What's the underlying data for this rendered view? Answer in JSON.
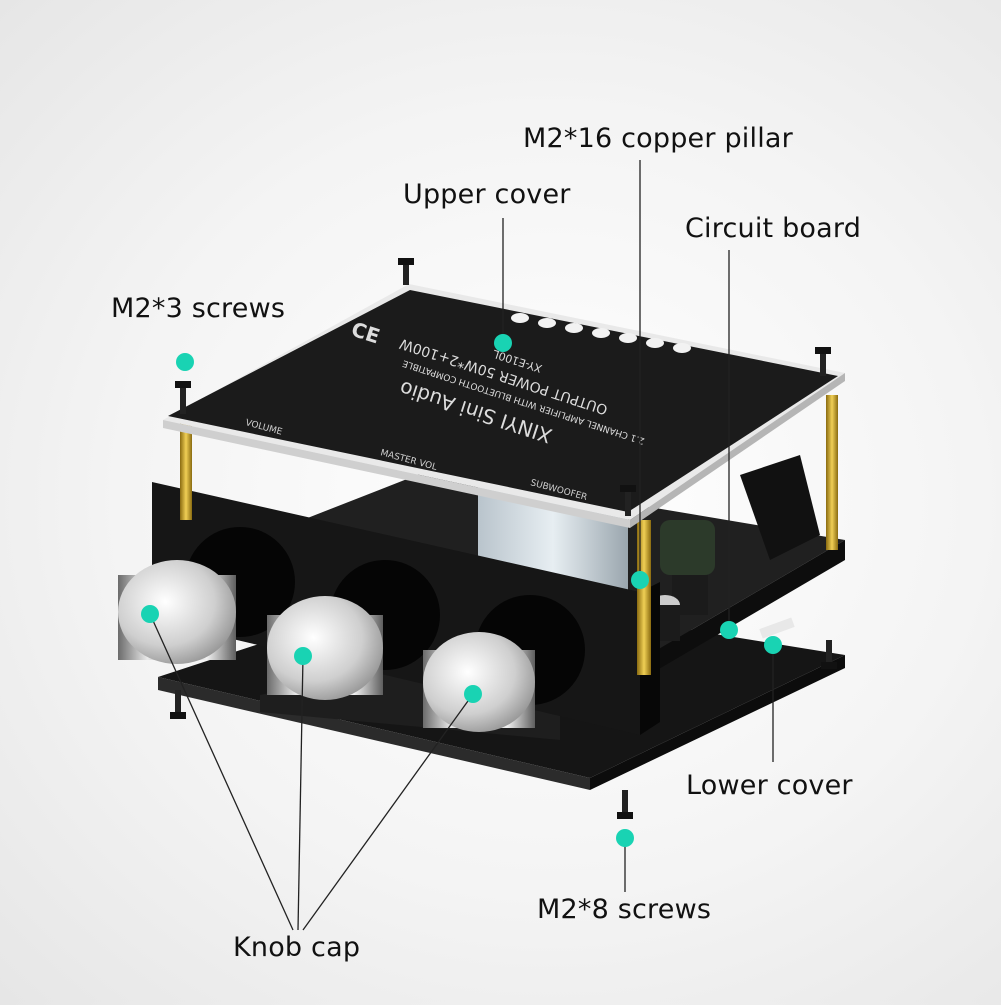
{
  "labels": {
    "copper_pillar": "M2*16 copper pillar",
    "upper_cover": "Upper cover",
    "circuit_board": "Circuit board",
    "m2x3_screws": "M2*3 screws",
    "lower_cover": "Lower cover",
    "m2x8_screws": "M2*8 screws",
    "knob_cap": "Knob cap"
  },
  "board_print": {
    "brand": "XINYI Sini Audio",
    "line1": "2.1 CHANNEL AMPLIFIER WITH BLUETOOTH COMPATIBLE",
    "line2": "OUTPUT POWER 50W*2+100W",
    "model": "XY-E100L",
    "ce": "CE",
    "knob1": "VOLUME",
    "knob2": "MASTER VOL",
    "knob3": "SUBWOOFER"
  },
  "colors": {
    "marker": "#19d3b3",
    "acrylic": "#1a1a1a",
    "pillar": "#c9a227",
    "leader": "#222222"
  },
  "icons": [
    "screw-icon",
    "knob-icon",
    "capacitor-icon",
    "dc-jack-icon"
  ]
}
